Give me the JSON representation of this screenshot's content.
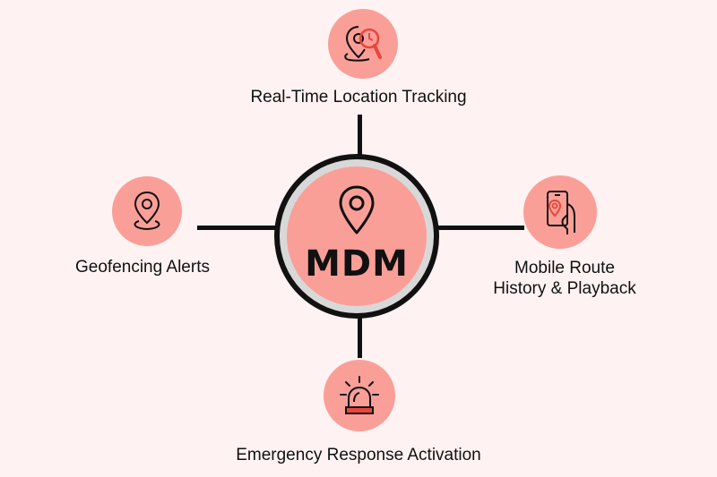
{
  "diagram": {
    "hub": {
      "label": "MDM",
      "icon": "location-pin-icon"
    },
    "features": [
      {
        "id": "top",
        "label": "Real-Time Location Tracking",
        "icon": "location-search-icon"
      },
      {
        "id": "left",
        "label": "Geofencing Alerts",
        "icon": "location-pin-icon"
      },
      {
        "id": "right",
        "label_line1": "Mobile Route",
        "label_line2": "History & Playback",
        "icon": "phone-location-icon"
      },
      {
        "id": "bottom",
        "label": "Emergency Response Activation",
        "icon": "alarm-siren-icon"
      }
    ],
    "colors": {
      "background": "#fff2f2",
      "node_fill": "#fa9f98",
      "line": "#111111",
      "accent": "#e8463c",
      "ring": "#d8d8d8"
    }
  }
}
